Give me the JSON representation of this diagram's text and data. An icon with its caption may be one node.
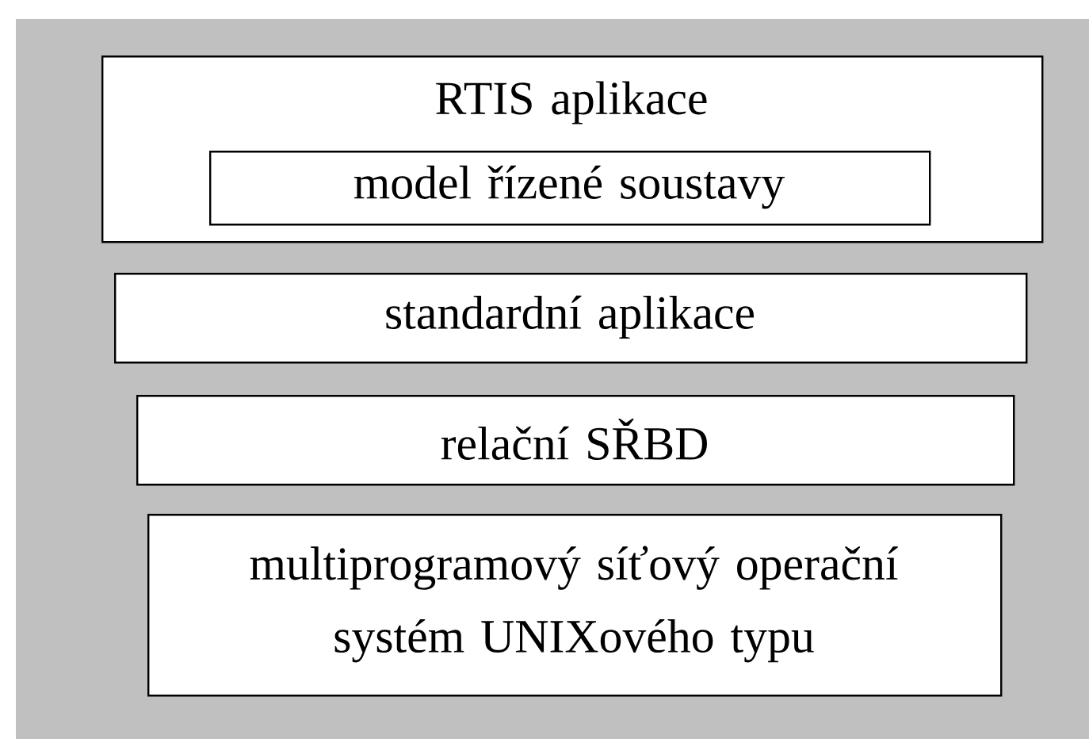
{
  "diagram": {
    "nodes": [
      {
        "text": [
          "RTIS aplikace"
        ]
      },
      {
        "text": [
          "model řízené soustavy"
        ],
        "in": 0
      },
      {
        "text": [
          "standardní aplikace"
        ]
      },
      {
        "text": [
          "relační SŘBD"
        ]
      },
      {
        "text": [
          "multiprogramový síťový operační systém UNIXového typu"
        ]
      }
    ]
  }
}
